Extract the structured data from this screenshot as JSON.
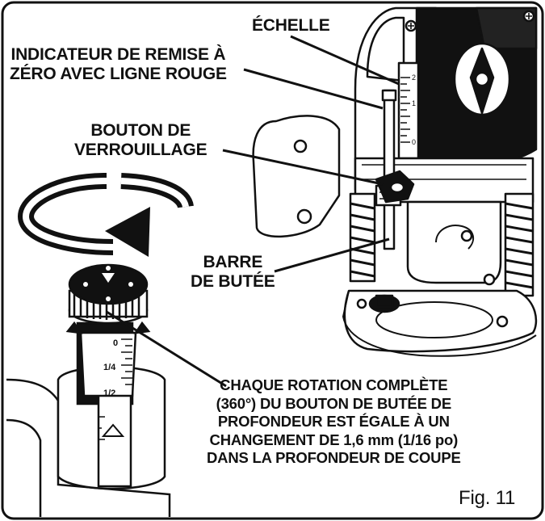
{
  "labels": {
    "echelle": "ÉCHELLE",
    "indicateur": [
      "INDICATEUR DE REMISE À",
      "ZÉRO AVEC LIGNE ROUGE"
    ],
    "bouton": [
      "BOUTON DE",
      "VERROUILLAGE"
    ],
    "barre": [
      "BARRE",
      "DE BUTÉE"
    ],
    "chaque": [
      "CHAQUE ROTATION COMPLÈTE",
      "(360°) DU BOUTON DE BUTÉE DE",
      "PROFONDEUR EST ÉGALE À UN",
      "CHANGEMENT DE 1,6 mm (1/16 po)",
      "DANS LA PROFONDEUR DE COUPE"
    ],
    "figure": "Fig. 11"
  },
  "scale": {
    "knob_ticks": [
      "0",
      "1/4",
      "1/2"
    ],
    "router_ticks": [
      "2",
      "1",
      "0"
    ]
  },
  "icons": [
    "rotation-arrow-icon",
    "triangle-indicator-icon"
  ]
}
